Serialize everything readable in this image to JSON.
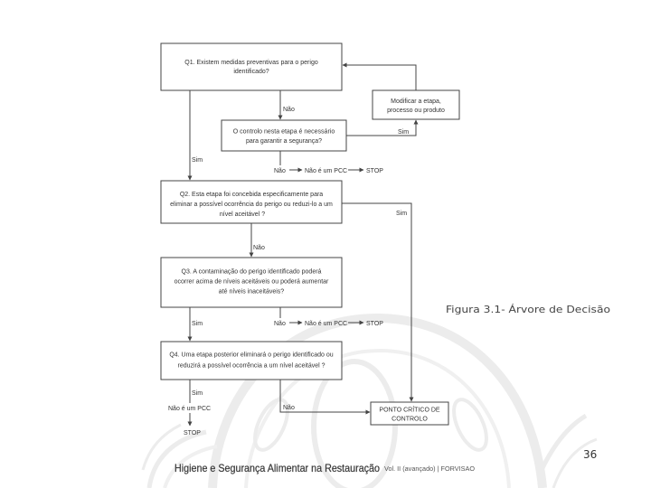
{
  "diagram": {
    "q1": {
      "lines": [
        "Q1. Existem medidas preventivas para o perigo",
        "identificado?"
      ],
      "yes": "Sim",
      "no": "Não"
    },
    "modify": {
      "lines": [
        "Modificar a etapa,",
        "processo ou produto"
      ]
    },
    "control": {
      "lines": [
        "O controlo nesta etapa é necessário",
        "para garantir a segurança?"
      ],
      "yes": "Sim",
      "no": "Não",
      "no_outcome": "Não é um PCC",
      "no_end": "STOP"
    },
    "q2": {
      "lines": [
        "Q2. Esta etapa foi concebida especificamente para",
        "eliminar a possível ocorrência do perigo ou reduzi-lo a um",
        "nível aceitável ?"
      ],
      "yes": "Sim",
      "no": "Não"
    },
    "q3": {
      "lines": [
        "Q3. A contaminação do perigo identificado poderá",
        "ocorrer acima de níveis aceitáveis ou poderá aumentar",
        "até níveis inaceitáveis?"
      ],
      "yes": "Sim",
      "no": "Não",
      "no_outcome": "Não é um PCC",
      "no_end": "STOP"
    },
    "q4": {
      "lines": [
        "Q4. Uma etapa posterior eliminará o perigo identificado ou",
        "reduzirá a possível ocorrência a um nível aceitável ?"
      ],
      "yes": "Sim",
      "no": "Não",
      "yes_outcome": "Não é um PCC",
      "yes_end": "STOP"
    },
    "pcc": {
      "lines": [
        "PONTO CRÍTICO DE",
        "CONTROLO"
      ]
    }
  },
  "caption": "Figura 3.1- Árvore de Decisão",
  "page_number": "36",
  "footer": {
    "title": "Higiene e Segurança Alimentar na Restauração",
    "subtitle": "Vol. II (avançado) | FORVISAO"
  }
}
